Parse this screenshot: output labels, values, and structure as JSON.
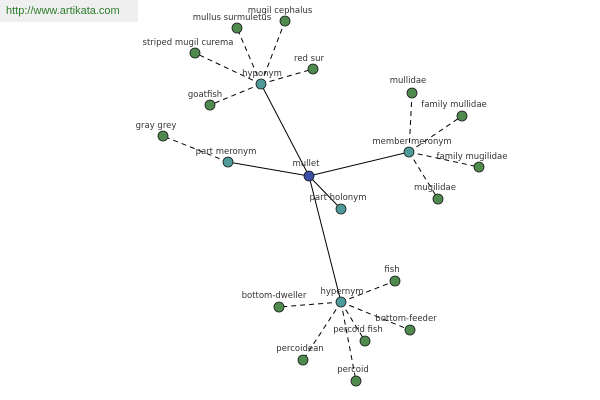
{
  "watermark": "http://www.artikata.com",
  "colors": {
    "leaf": "#4f8a4f",
    "relation": "#4f9a9a",
    "center": "#3b4fa8",
    "watermark_text": "#2e7d2e",
    "watermark_bg": "#efefef"
  },
  "center": {
    "label": "mullet"
  },
  "relations": {
    "hyponym": {
      "label": "hyponym"
    },
    "member_meronym": {
      "label": "member meronym"
    },
    "part_meronym": {
      "label": "part meronym"
    },
    "part_holonym": {
      "label": "part holonym"
    },
    "hypernym": {
      "label": "hypernym"
    }
  },
  "leaves": {
    "mullus_surmuletus": "mullus surmuletus",
    "mugil_cephalus": "mugil cephalus",
    "striped_mugil_curema": "striped mugil curema",
    "red_sur": "red sur",
    "goatfish": "goatfish",
    "mullidae": "mullidae",
    "family_mullidae": "family mullidae",
    "family_mugilidae": "family mugilidae",
    "mugilidae": "mugilidae",
    "gray_grey": "gray grey",
    "fish": "fish",
    "bottom_dweller": "bottom-dweller",
    "bottom_feeder": "bottom-feeder",
    "percoid_fish": "percoid fish",
    "percoidean": "percoidean",
    "percoid": "percoid"
  }
}
